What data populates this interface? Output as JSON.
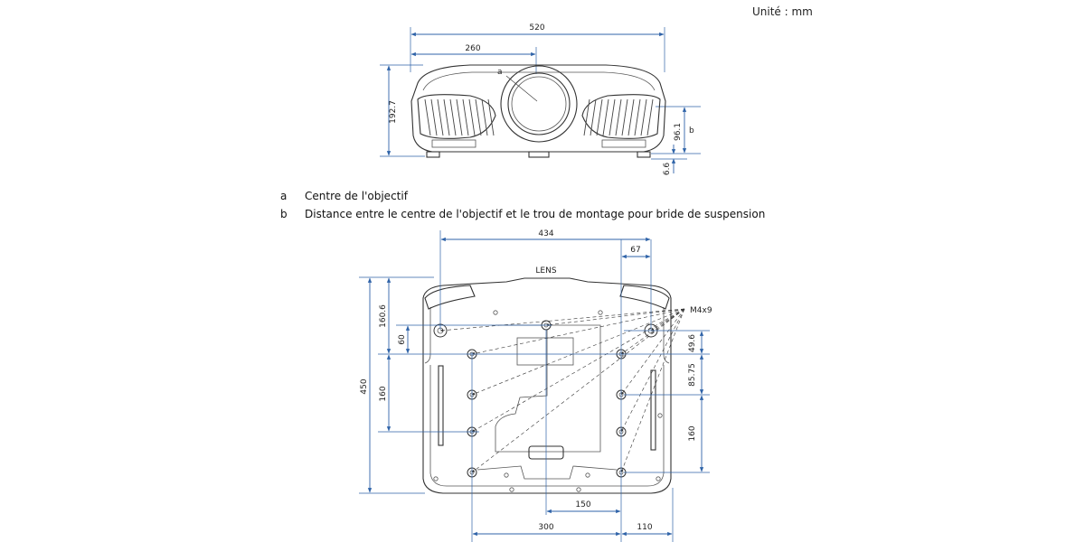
{
  "unit_label": "Unité : mm",
  "legend": [
    {
      "key": "a",
      "text": "Centre de l'objectif"
    },
    {
      "key": "b",
      "text": "Distance entre le centre de l'objectif et le trou de montage pour bride de suspension"
    }
  ],
  "front_view": {
    "dims": {
      "width": "520",
      "half_width": "260",
      "height": "192.7",
      "lens_to_hole": "96.1",
      "foot": "6.6"
    },
    "marker_a": "a",
    "marker_b": "b"
  },
  "bottom_view": {
    "dims": {
      "width": "434",
      "offset": "67",
      "depth": "450",
      "d160_6": "160.6",
      "d60": "60",
      "d160_left": "160",
      "d49_6": "49.6",
      "d85_75": "85.75",
      "d160_right": "160",
      "d150": "150",
      "d300": "300",
      "d110": "110"
    },
    "lens_label": "LENS",
    "screw_label": "M4x9"
  },
  "colors": {
    "dimension": "#2f63a8",
    "outline": "#333333"
  }
}
